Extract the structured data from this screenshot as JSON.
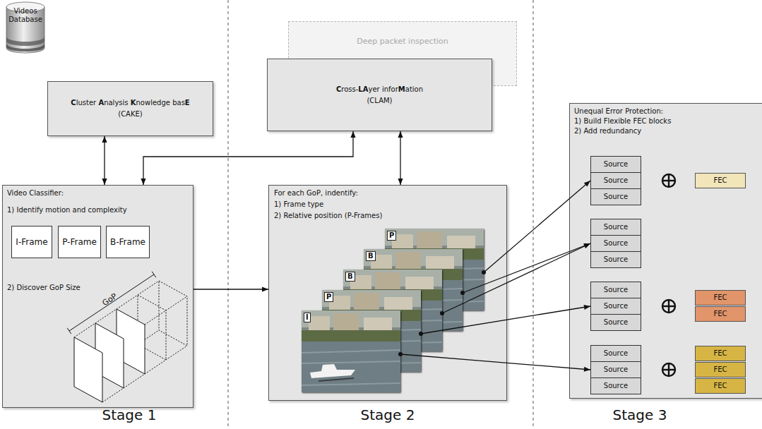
{
  "diagram": {
    "nodes": [
      {
        "text": [
          "Videos Database"
        ]
      },
      {
        "text": [
          "Cluster Analysis Knowledge basE",
          "(CAKE)"
        ]
      },
      {
        "text": [
          "Deep packet inspection"
        ]
      },
      {
        "text": [
          "Cross-LAyer inforMation",
          "(CLAM)"
        ]
      },
      {
        "text": [
          "Video Classifier:",
          "1) Identify motion and complexity",
          "2) Discover GoP Size"
        ]
      },
      {
        "text": [
          "I-Frame"
        ],
        "in": 4
      },
      {
        "text": [
          "P-Frame"
        ],
        "in": 4
      },
      {
        "text": [
          "B-Frame"
        ],
        "in": 4
      },
      {
        "text": [
          "For each GoP, indentify:",
          "1) Frame type",
          "2) Relative position (P-Frames)"
        ]
      },
      {
        "text": [
          "P"
        ],
        "in": 8
      },
      {
        "text": [
          "B"
        ],
        "in": 8
      },
      {
        "text": [
          "B"
        ],
        "in": 8
      },
      {
        "text": [
          "P"
        ],
        "in": 8
      },
      {
        "text": [
          "I"
        ],
        "in": 8
      },
      {
        "text": [
          "Unequal Error Protection:",
          "1) Build Flexible FEC blocks",
          "2) Add redundancy"
        ]
      },
      {
        "text": [
          "Source"
        ],
        "in": 14
      },
      {
        "text": [
          "Source"
        ],
        "in": 14
      },
      {
        "text": [
          "Source"
        ],
        "in": 14
      },
      {
        "text": [
          "FEC"
        ],
        "in": 14
      },
      {
        "text": [
          "Source"
        ],
        "in": 14
      },
      {
        "text": [
          "Source"
        ],
        "in": 14
      },
      {
        "text": [
          "Source"
        ],
        "in": 14
      },
      {
        "text": [
          "Source"
        ],
        "in": 14
      },
      {
        "text": [
          "Source"
        ],
        "in": 14
      },
      {
        "text": [
          "Source"
        ],
        "in": 14
      },
      {
        "text": [
          "FEC"
        ],
        "in": 14
      },
      {
        "text": [
          "FEC"
        ],
        "in": 14
      },
      {
        "text": [
          "Source"
        ],
        "in": 14
      },
      {
        "text": [
          "Source"
        ],
        "in": 14
      },
      {
        "text": [
          "Source"
        ],
        "in": 14
      },
      {
        "text": [
          "FEC"
        ],
        "in": 14
      },
      {
        "text": [
          "FEC"
        ],
        "in": 14
      },
      {
        "text": [
          "FEC"
        ],
        "in": 14
      }
    ],
    "edges": [
      {
        "from": 1,
        "to": 4,
        "arrow": "both"
      },
      {
        "from": 4,
        "to": 3,
        "arrow": "both"
      },
      {
        "from": 3,
        "to": 8,
        "arrow": "both"
      },
      {
        "from": 4,
        "to": 8,
        "arrow": "to"
      },
      {
        "from": 9,
        "to": 16,
        "arrow": "to"
      },
      {
        "from": 10,
        "to": 20,
        "arrow": "to"
      },
      {
        "from": 11,
        "to": 20,
        "arrow": "to"
      },
      {
        "from": 12,
        "to": 23,
        "arrow": "to"
      },
      {
        "from": 13,
        "to": 28,
        "arrow": "to"
      }
    ],
    "labels": [
      "GoP",
      "Stage 1",
      "Stage 2",
      "Stage 3"
    ]
  }
}
